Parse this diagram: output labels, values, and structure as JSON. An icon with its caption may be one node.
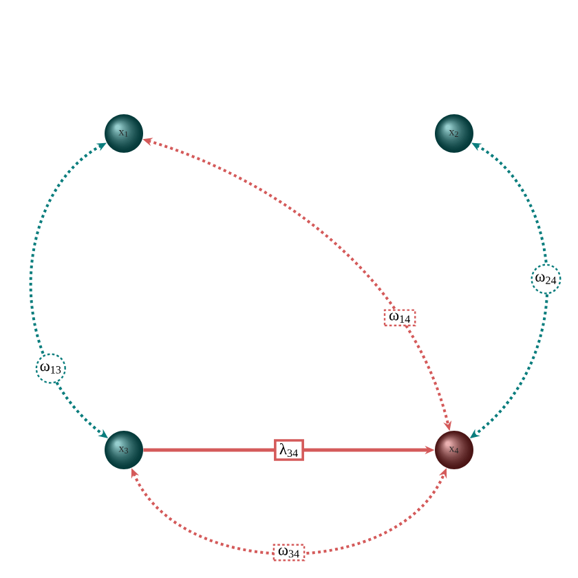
{
  "diagram": {
    "nodes": [
      {
        "text": [
          "x$_{1}$"
        ]
      },
      {
        "text": [
          "x$_{2}$"
        ]
      },
      {
        "text": [
          "x$_{3}$"
        ]
      },
      {
        "text": [
          "x$_{4}$"
        ]
      }
    ],
    "edges": [
      {
        "from": 0,
        "to": 2,
        "arrow": "both",
        "label": "ω$_{13}$",
        "style": "dashed",
        "color": "#0a7d7d"
      },
      {
        "from": 0,
        "to": 3,
        "arrow": "both",
        "label": "ω$_{14}$",
        "style": "dashed"
      },
      {
        "from": 1,
        "to": 3,
        "arrow": "both",
        "label": "ω$_{24}$",
        "style": "dashed",
        "color": "#0a7d7d"
      },
      {
        "from": 2,
        "to": 3,
        "arrow": "to",
        "label": "λ$_{34}$"
      },
      {
        "from": 2,
        "to": 3,
        "arrow": "both",
        "label": "ω$_{34}$",
        "style": "dashed"
      }
    ]
  }
}
